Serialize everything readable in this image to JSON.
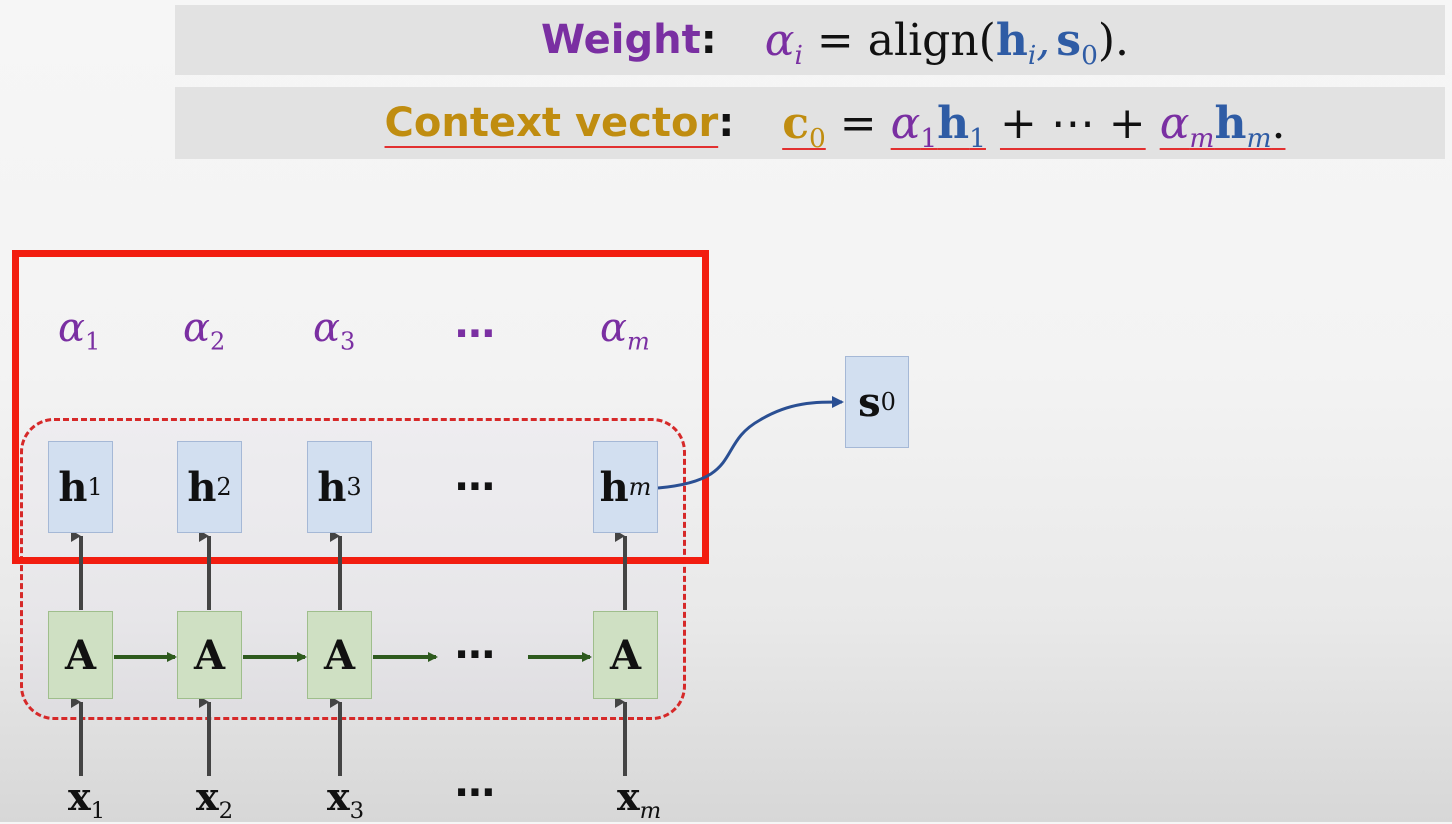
{
  "formula_weight": {
    "label": "Weight",
    "colon": ":",
    "alpha": "α",
    "i": "i",
    "equals": "=",
    "func": "align(",
    "h": "h",
    "comma": ",",
    "s": "s",
    "zero": "0",
    "close": ")."
  },
  "formula_context": {
    "label": "Context vector",
    "colon": ":",
    "c": "c",
    "zero": "0",
    "equals": "=",
    "alpha": "α",
    "h": "h",
    "one": "1",
    "plus_dots": "+ ⋯ +",
    "m": "m",
    "period": "."
  },
  "alphas": [
    {
      "sym": "α",
      "sub": "1"
    },
    {
      "sym": "α",
      "sub": "2"
    },
    {
      "sym": "α",
      "sub": "3"
    },
    {
      "sym": "α",
      "sub": "m"
    }
  ],
  "ellipsis": "⋯",
  "hidden_states": [
    {
      "sym": "h",
      "sub": "1"
    },
    {
      "sym": "h",
      "sub": "2"
    },
    {
      "sym": "h",
      "sub": "3"
    },
    {
      "sym": "h",
      "sub": "m"
    }
  ],
  "cells": [
    "A",
    "A",
    "A",
    "A"
  ],
  "inputs": [
    {
      "sym": "x",
      "sub": "1"
    },
    {
      "sym": "x",
      "sub": "2"
    },
    {
      "sym": "x",
      "sub": "3"
    },
    {
      "sym": "x",
      "sub": "m"
    }
  ],
  "decoder_state": {
    "sym": "s",
    "sub": "0"
  },
  "colors": {
    "weight_label": "#7a2fa2",
    "context_label": "#c08d10",
    "hidden_box": "#d2dff0",
    "cell_box": "#cfe0c3",
    "highlight_box": "#f21d10",
    "dashed_box": "#d62929",
    "curve": "#2a4f93"
  }
}
